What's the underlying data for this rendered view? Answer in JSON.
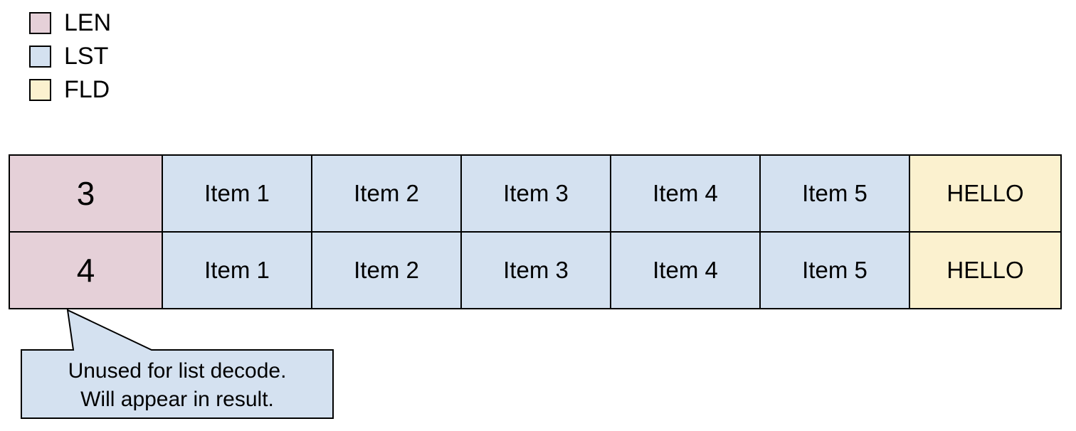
{
  "legend": {
    "items": [
      {
        "label": "LEN",
        "color": "#e5d0d8"
      },
      {
        "label": "LST",
        "color": "#d4e1f0"
      },
      {
        "label": "FLD",
        "color": "#fbf1cf"
      }
    ]
  },
  "table": {
    "rows": [
      [
        "3",
        "Item 1",
        "Item 2",
        "Item 3",
        "Item 4",
        "Item 5",
        "HELLO"
      ],
      [
        "4",
        "Item 1",
        "Item 2",
        "Item 3",
        "Item 4",
        "Item 5",
        "HELLO"
      ]
    ]
  },
  "callout": {
    "line1": "Unused for list decode.",
    "line2": "Will appear in result."
  },
  "colors": {
    "len_fill": "#e5d0d8",
    "lst_fill": "#d4e1f0",
    "fld_fill": "#fbf1cf",
    "callout_fill": "#d4e1f0",
    "border": "#000000",
    "background": "#ffffff"
  }
}
